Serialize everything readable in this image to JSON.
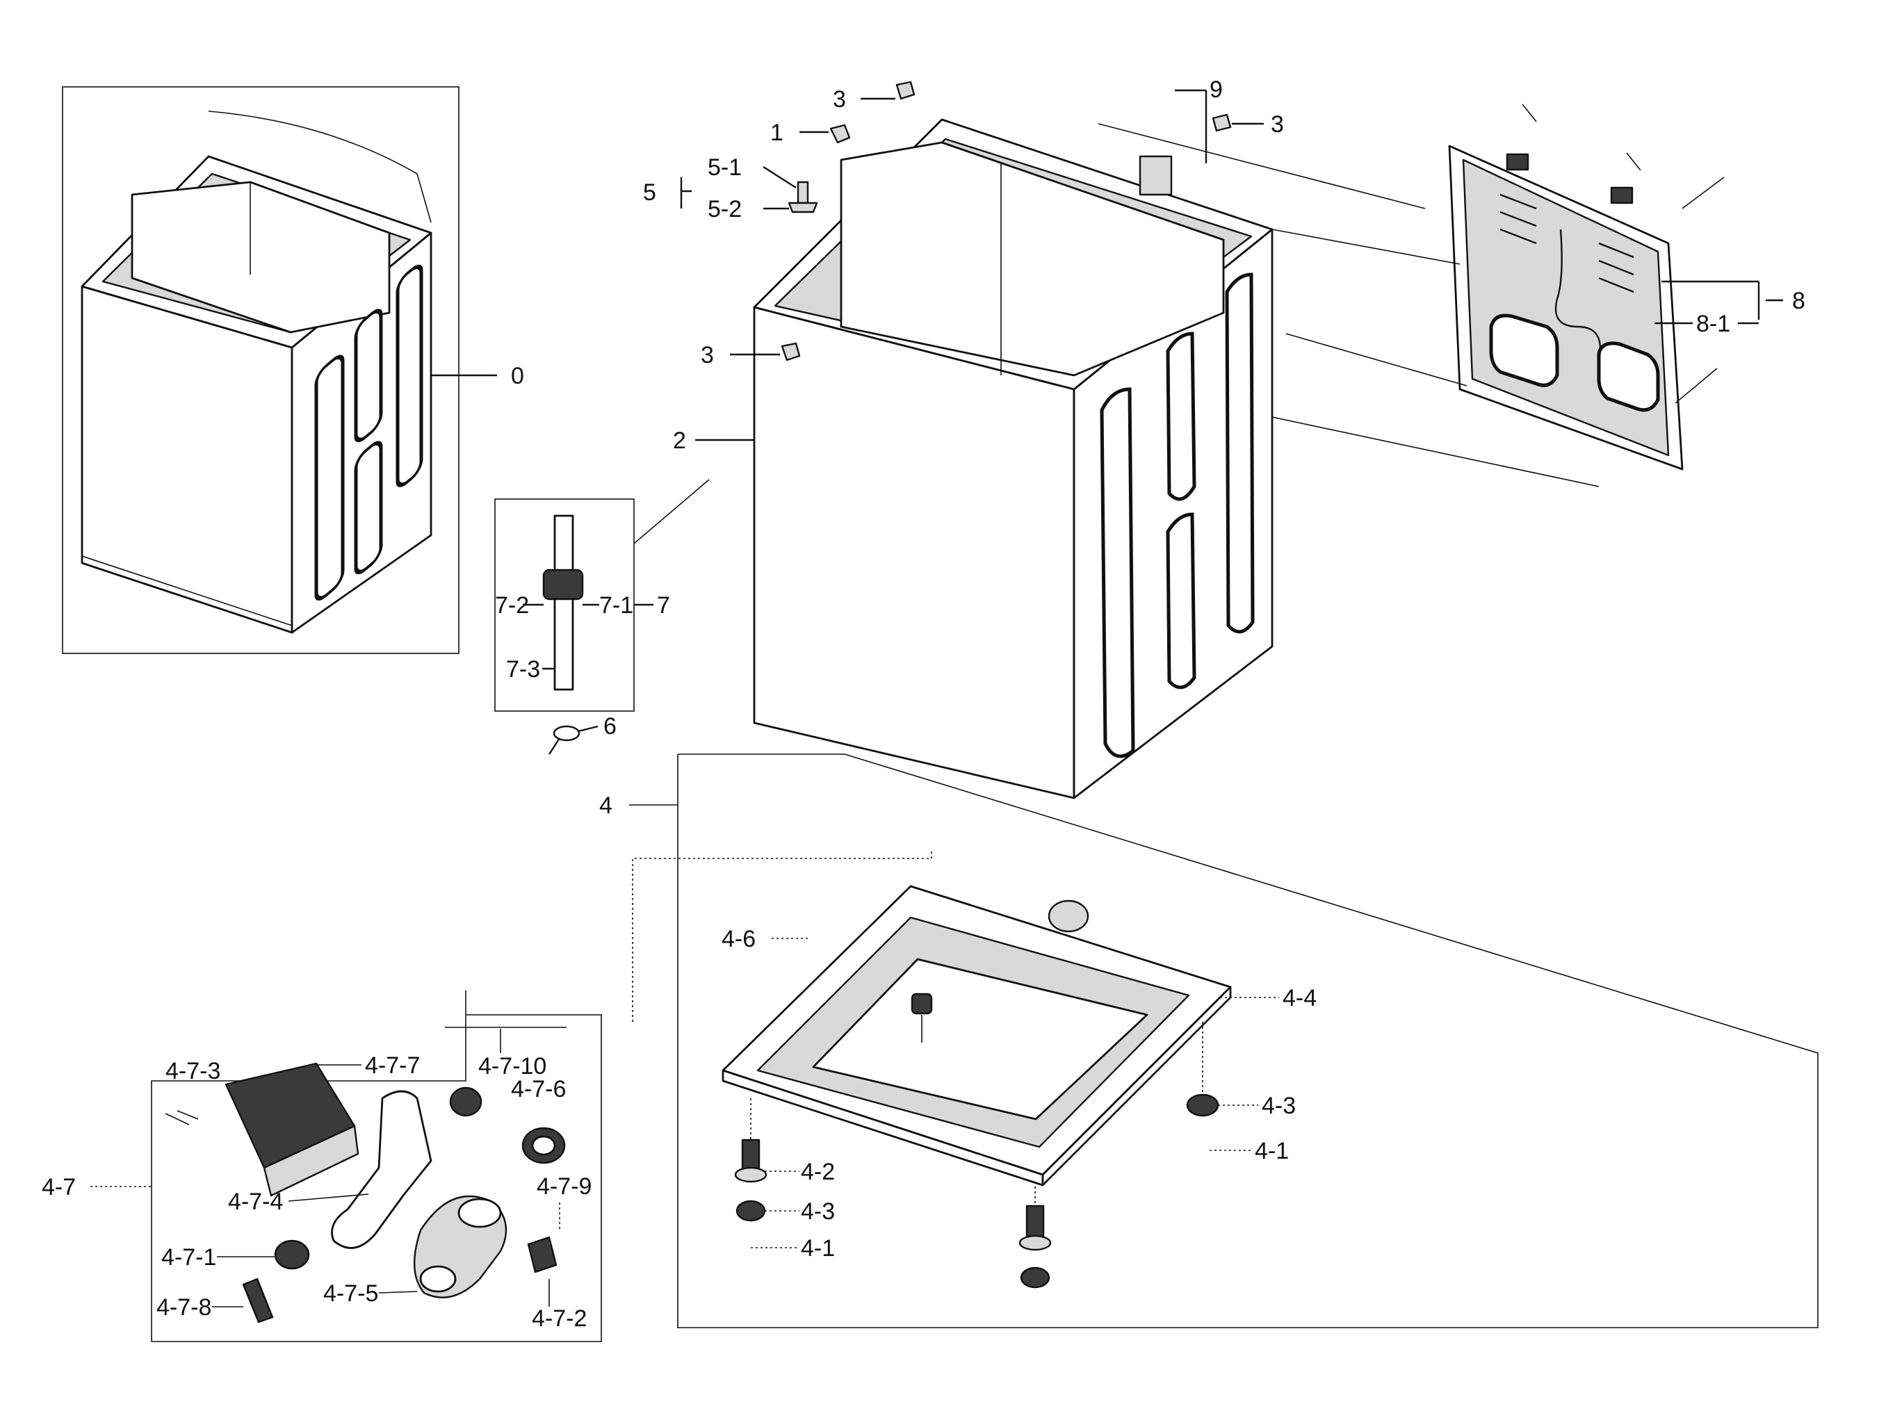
{
  "labels": {
    "l0": "0",
    "l1": "1",
    "l2": "2",
    "l3a": "3",
    "l3b": "3",
    "l3c": "3",
    "l4": "4",
    "l5": "5",
    "l5_1": "5-1",
    "l5_2": "5-2",
    "l6": "6",
    "l7": "7",
    "l7_1": "7-1",
    "l7_2": "7-2",
    "l7_3": "7-3",
    "l8": "8",
    "l8_1": "8-1",
    "l9": "9",
    "l4_1a": "4-1",
    "l4_1b": "4-1",
    "l4_2": "4-2",
    "l4_3a": "4-3",
    "l4_3b": "4-3",
    "l4_4": "4-4",
    "l4_6": "4-6",
    "l4_7": "4-7",
    "l4_7_1": "4-7-1",
    "l4_7_2": "4-7-2",
    "l4_7_3": "4-7-3",
    "l4_7_4": "4-7-4",
    "l4_7_5": "4-7-5",
    "l4_7_6": "4-7-6",
    "l4_7_7": "4-7-7",
    "l4_7_8": "4-7-8",
    "l4_7_9": "4-7-9",
    "l4_7_10": "4-7-10"
  }
}
